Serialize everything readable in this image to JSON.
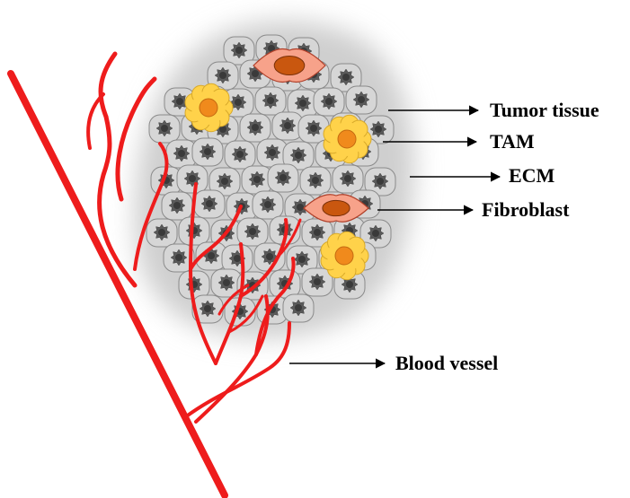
{
  "labels": {
    "tumor_tissue": "Tumor tissue",
    "tam": "TAM",
    "ecm": "ECM",
    "fibroblast": "Fibroblast",
    "blood_vessel": "Blood vessel"
  },
  "colors": {
    "vessel": "#ee1c1c",
    "ecm_halo": "#cfcfcf",
    "cell_fill": "#d6d6d6",
    "cell_stroke": "#8a8a8a",
    "nucleus": "#5a5a5a",
    "tam_body": "#ffd24a",
    "tam_nucleus": "#f08a1c",
    "fibroblast_body": "#f7a28a",
    "fibroblast_nucleus": "#c9570f",
    "arrow": "#000000"
  }
}
